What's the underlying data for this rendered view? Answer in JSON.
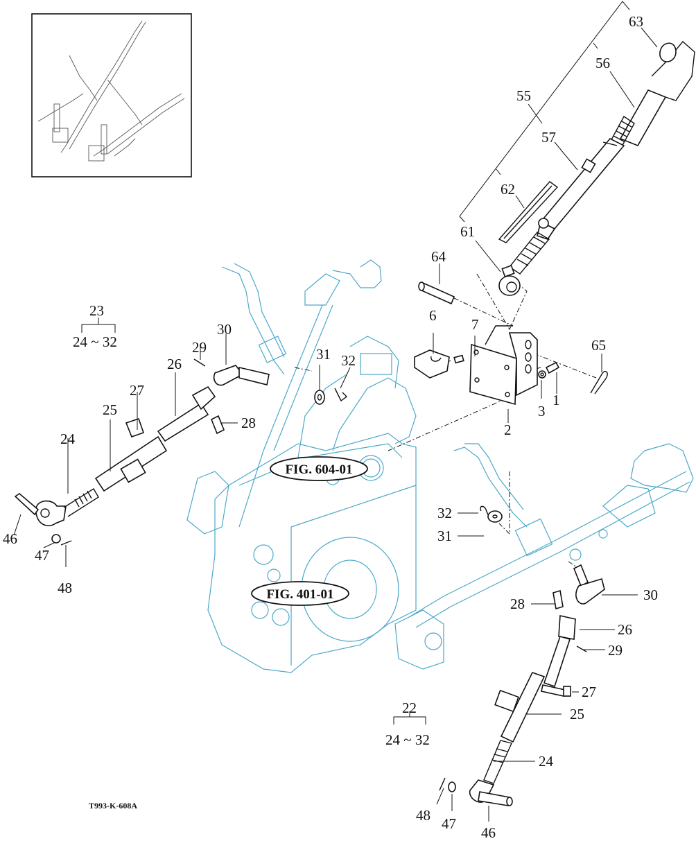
{
  "diagram": {
    "drawing_code": "T993-K-608A",
    "colors": {
      "reference_parts": "#4aa8c8",
      "parts": "#111111",
      "background": "#ffffff"
    },
    "figure_refs": [
      {
        "id": "fig-604",
        "text": "FIG. 604-01"
      },
      {
        "id": "fig-401",
        "text": "FIG. 401-01"
      }
    ],
    "group_labels": {
      "left": {
        "assembly": "23",
        "range": "24 ~ 32"
      },
      "right": {
        "assembly": "22",
        "range": "24 ~ 32"
      },
      "top_link": {
        "assembly": "55"
      }
    },
    "callouts": {
      "top_link": [
        "63",
        "56",
        "55",
        "57",
        "62",
        "61",
        "64"
      ],
      "bracket": [
        "6",
        "7",
        "2",
        "3",
        "1",
        "65"
      ],
      "left_rod": [
        "24",
        "25",
        "26",
        "27",
        "28",
        "29",
        "30",
        "31",
        "32",
        "46",
        "47",
        "48"
      ],
      "right_rod": [
        "32",
        "31",
        "30",
        "28",
        "26",
        "29",
        "27",
        "25",
        "24",
        "48",
        "47",
        "46"
      ]
    }
  }
}
